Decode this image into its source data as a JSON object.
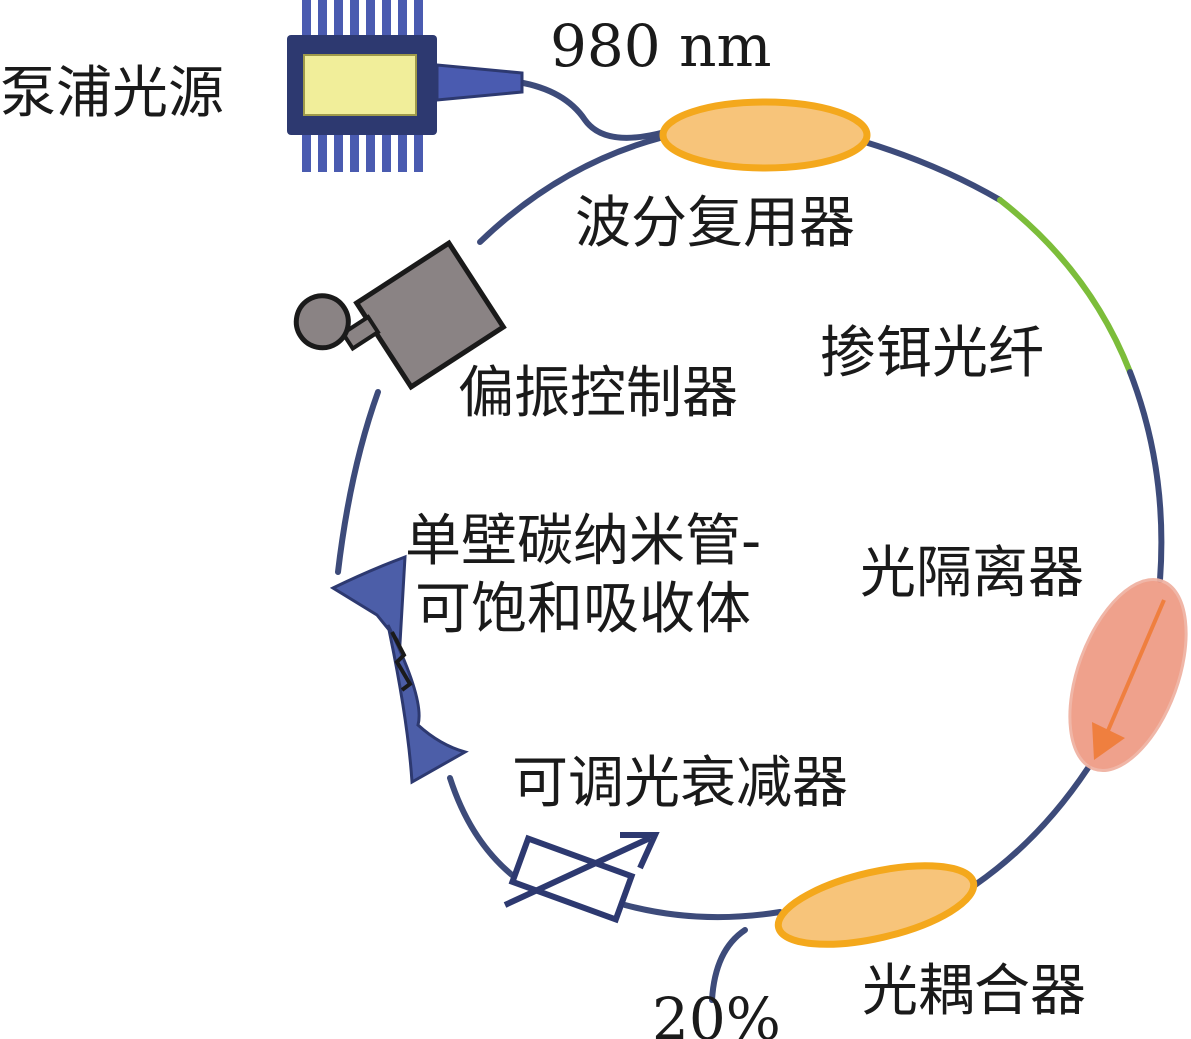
{
  "labels": {
    "pump_source": "泵浦光源",
    "wavelength": "980 nm",
    "wdm": "波分复用器",
    "erbium_fiber": "掺铒光纤",
    "polarization_controller": "偏振控制器",
    "swcnt_line1": "单壁碳纳米管-",
    "swcnt_line2": "可饱和吸收体",
    "isolator": "光隔离器",
    "attenuator": "可调光衰减器",
    "coupler": "光耦合器",
    "output_ratio": "20%"
  },
  "colors": {
    "fiber": "#3d4b7a",
    "erbium_fiber": "#7cbd3a",
    "coupler_fill": "#f7c47a",
    "coupler_stroke": "#f4a81c",
    "isolator_fill": "#ef9c86",
    "isolator_arrow": "#ef7f3f",
    "chip_body": "#2d3970",
    "chip_pins": "#4a5bb0",
    "chip_window": "#f1ee9a",
    "pc_body": "#8a8384",
    "absorber": "#4c5ea8",
    "attenuator": "#2d3970"
  }
}
